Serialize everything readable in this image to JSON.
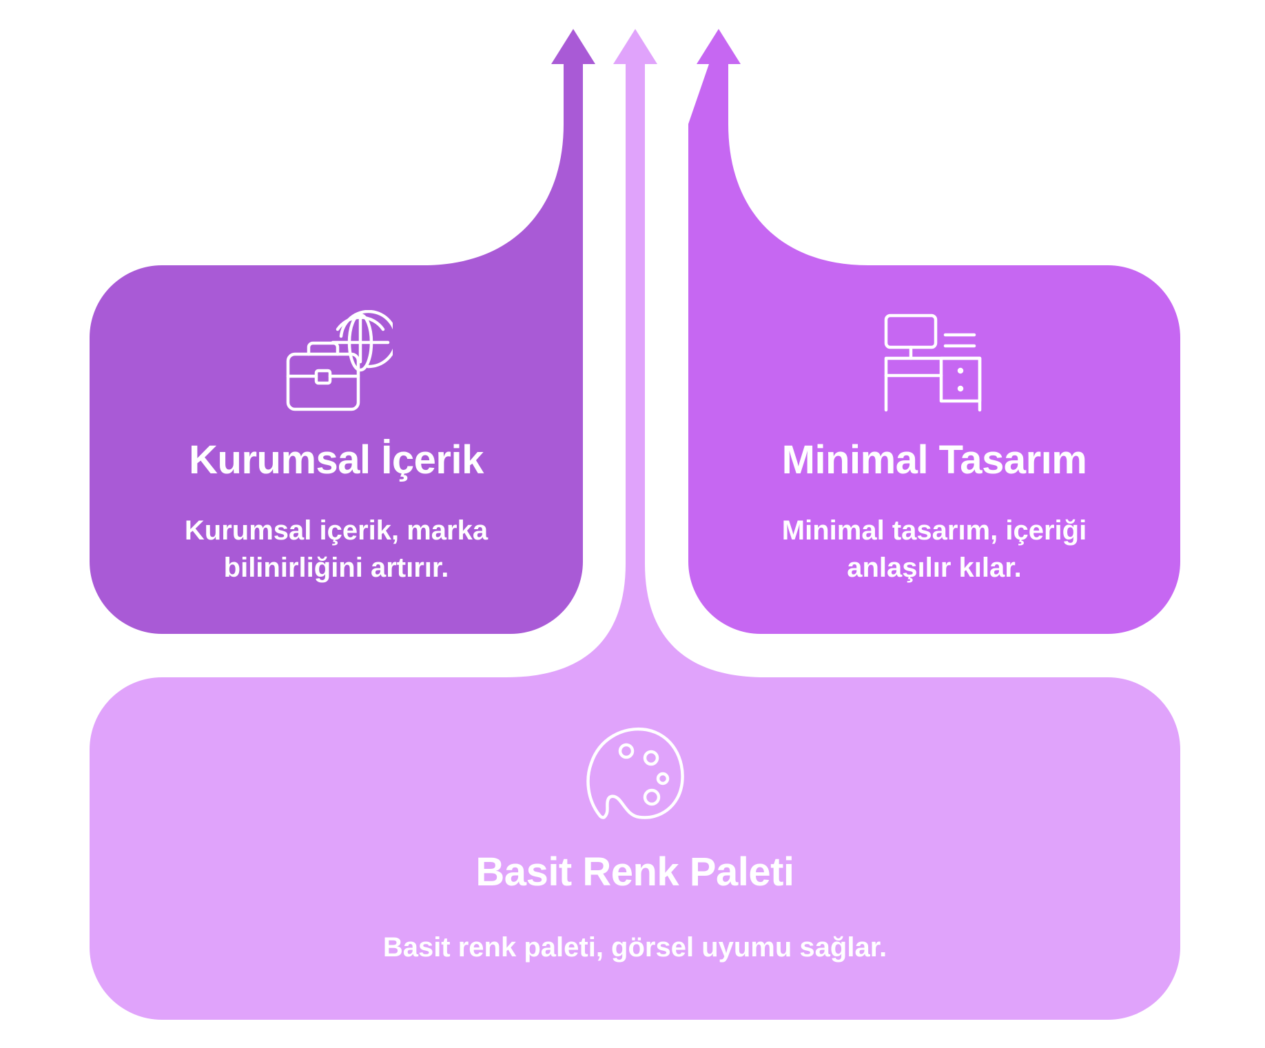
{
  "colors": {
    "left_card": "#A95AD6",
    "right_card": "#C667F2",
    "bottom_card": "#E0A3FB",
    "text": "#FFFFFF"
  },
  "cards": [
    {
      "title": "Kurumsal İçerik",
      "description": "Kurumsal içerik, marka bilinirliğini artırır.",
      "icon": "briefcase-globe-icon"
    },
    {
      "title": "Minimal Tasarım",
      "description": "Minimal tasarım, içeriği anlaşılır kılar.",
      "icon": "desk-computer-icon"
    },
    {
      "title": "Basit Renk Paleti",
      "description": "Basit renk paleti, görsel uyumu sağlar.",
      "icon": "palette-icon"
    }
  ]
}
